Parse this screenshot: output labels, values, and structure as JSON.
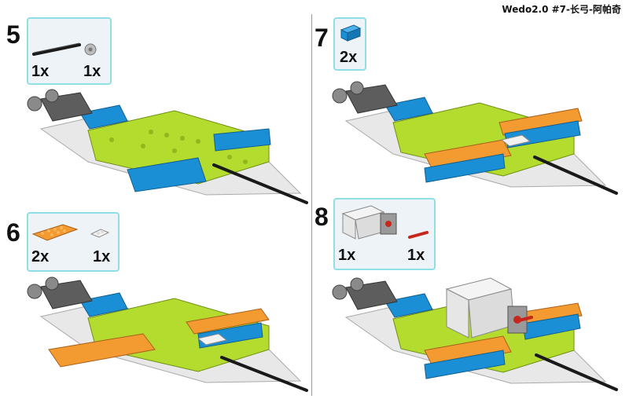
{
  "header": {
    "title": "Wedo2.0 #7-长弓-阿帕奇"
  },
  "steps": [
    {
      "number": "5",
      "parts": [
        {
          "icon": "black-axle-icon",
          "qty": "1x"
        },
        {
          "icon": "gray-bushing-icon",
          "qty": "1x"
        }
      ]
    },
    {
      "number": "6",
      "parts": [
        {
          "icon": "orange-plate-icon",
          "qty": "2x"
        },
        {
          "icon": "white-plate-icon",
          "qty": "1x"
        }
      ]
    },
    {
      "number": "7",
      "parts": [
        {
          "icon": "blue-brick-icon",
          "qty": "2x"
        }
      ]
    },
    {
      "number": "8",
      "parts": [
        {
          "icon": "motor-icon",
          "qty": "1x"
        },
        {
          "icon": "red-axle-icon",
          "qty": "1x"
        }
      ]
    }
  ],
  "colors": {
    "lime": "#b4dc2e",
    "lime_dark": "#8fb81e",
    "blue": "#1b8fd6",
    "orange": "#f39a30",
    "dark_gray": "#5d5d5d",
    "light_gray": "#c9c9c9",
    "black": "#1a1a1a",
    "red": "#c8261c",
    "callout_border": "#8fdfe6"
  }
}
